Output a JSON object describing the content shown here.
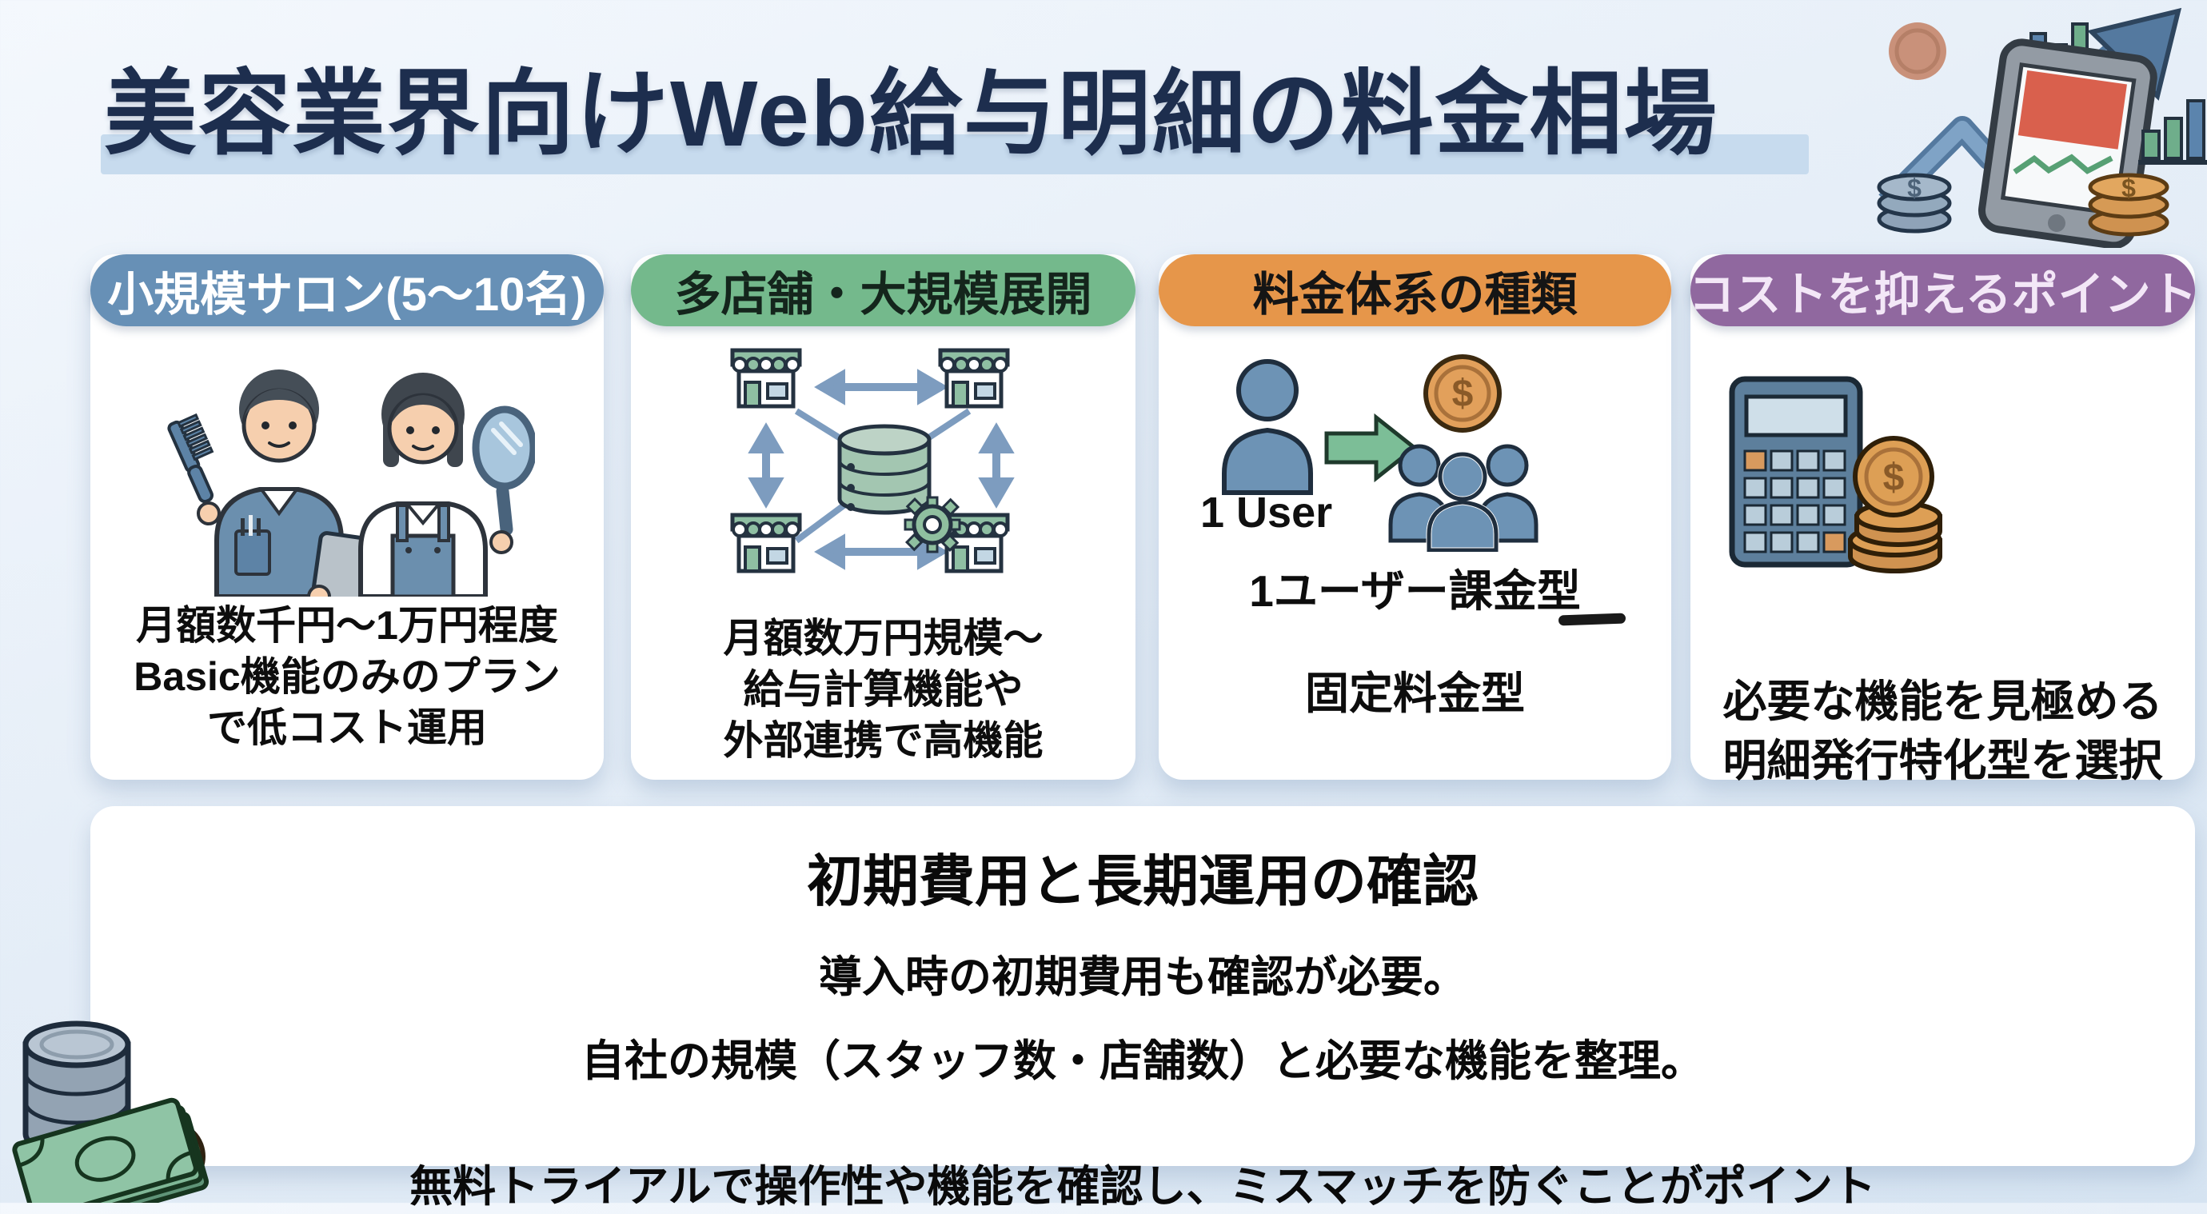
{
  "page": {
    "title": "美容業界向けWeb給与明細の料金相場"
  },
  "cards": [
    {
      "header": "小規模サロン(5〜10名)",
      "header_bg": "#6790b6",
      "header_text": "#ffffff",
      "icon": "salon-staff-illustration",
      "lines": [
        "月額数千円〜1万円程度",
        "Basic機能のみのプラン",
        "で低コスト運用"
      ]
    },
    {
      "header": "多店舗・大規模展開",
      "header_bg": "#74b98c",
      "header_text": "#14251c",
      "icon": "multi-store-network-illustration",
      "lines": [
        "月額数万円規模〜",
        "給与計算機能や",
        "外部連携で高機能"
      ]
    },
    {
      "header": "料金体系の種類",
      "header_bg": "#e6964a",
      "header_text": "#151515",
      "icon": "per-user-pricing-illustration",
      "user_label": "1 User",
      "lines": [
        "1ユーザー課金型",
        "固定料金型"
      ]
    },
    {
      "header": "コストを抑えるポイント",
      "header_bg": "#90689f",
      "header_text": "#f3e7f7",
      "icon": "calculator-coins-illustration",
      "lines": [
        "必要な機能を見極める",
        "明細発行特化型を選択"
      ]
    }
  ],
  "bottom_panel": {
    "title": "初期費用と長期運用の確認",
    "lines": [
      "導入時の初期費用も確認が必要。",
      "自社の規模（スタッフ数・店舗数）と必要な機能を整理。"
    ],
    "footnote": "無料トライアルで操作性や機能を確認し、ミスマッチを防ぐことがポイント"
  },
  "colors": {
    "background_top": "#f2f7fc",
    "background_bottom": "#d3e2f0",
    "title_text": "#1d2e4e",
    "title_underline": "#c7dbee",
    "body_text": "#0d0d0d",
    "panel_bg": "#ffffff",
    "accent_blue": "#6790b6",
    "accent_green": "#74b98c",
    "accent_orange": "#e6964a",
    "accent_purple": "#90689f"
  }
}
